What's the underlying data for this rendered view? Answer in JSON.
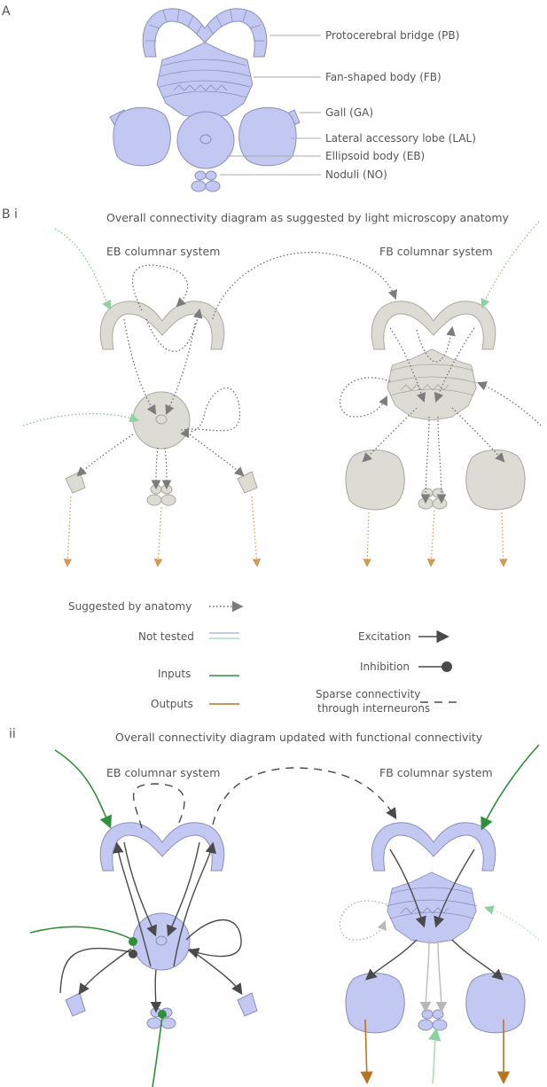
{
  "panels": {
    "a": "A",
    "bi": "B i",
    "bii": "ii"
  },
  "anatomy_labels": {
    "pb": "Protocerebral bridge (PB)",
    "fb": "Fan-shaped body (FB)",
    "ga": "Gall (GA)",
    "lal": "Lateral accessory lobe (LAL)",
    "eb": "Ellipsoid body (EB)",
    "no": "Noduli (NO)"
  },
  "bi": {
    "title": "Overall connectivity diagram as suggested by light microscopy anatomy",
    "eb_system": "EB columnar system",
    "fb_system": "FB columnar system"
  },
  "legend": {
    "suggested": "Suggested by anatomy",
    "not_tested": "Not tested",
    "inputs": "Inputs",
    "outputs": "Outputs",
    "excitation": "Excitation",
    "inhibition": "Inhibition",
    "sparse_line1": "Sparse connectivity",
    "sparse_line2": "through interneurons"
  },
  "bii": {
    "title": "Overall connectivity diagram updated with functional connectivity",
    "eb_system": "EB columnar system",
    "fb_system": "FB columnar system"
  },
  "colors": {
    "neuropil_blue": "#c3c8f2",
    "neuropil_grey": "#dcdcd4",
    "outline": "#8a8fb8",
    "excitation": "#4a4a4a",
    "input_green": "#2f8f3a",
    "output_brown": "#b8731f",
    "not_tested_blue": "#b0b8e8",
    "not_tested_green": "#a8e0b8",
    "dotted_grey": "#666666"
  }
}
